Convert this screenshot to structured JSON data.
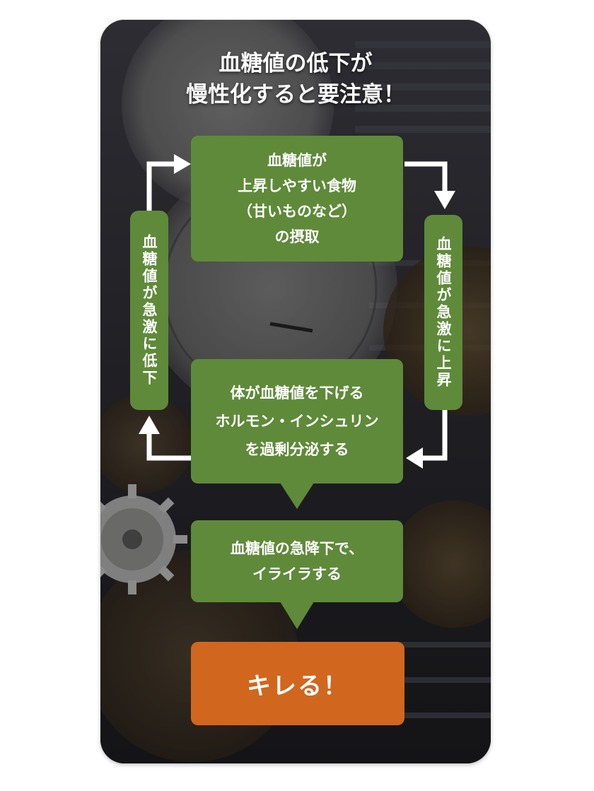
{
  "title": {
    "line1": "血糖値の低下が",
    "line2": "慢性化すると要注意！"
  },
  "steps": {
    "intake": {
      "line1": "血糖値が",
      "line2": "上昇しやすい食物",
      "line3": "（甘いものなど）",
      "line4": "の摂取"
    },
    "rise": "血糖値が急激に上昇",
    "insulin": {
      "line1": "体が血糖値を下げる",
      "line2": "ホルモン・インシュリン",
      "line3": "を過剰分泌する"
    },
    "drop": "血糖値が急激に低下",
    "irritation": {
      "line1": "血糖値の急降下で、",
      "line2": "イライラする"
    },
    "result": "キレる！"
  },
  "colors": {
    "green": "#5f8a3a",
    "orange": "#d1661e",
    "arrow": "#ffffff"
  }
}
